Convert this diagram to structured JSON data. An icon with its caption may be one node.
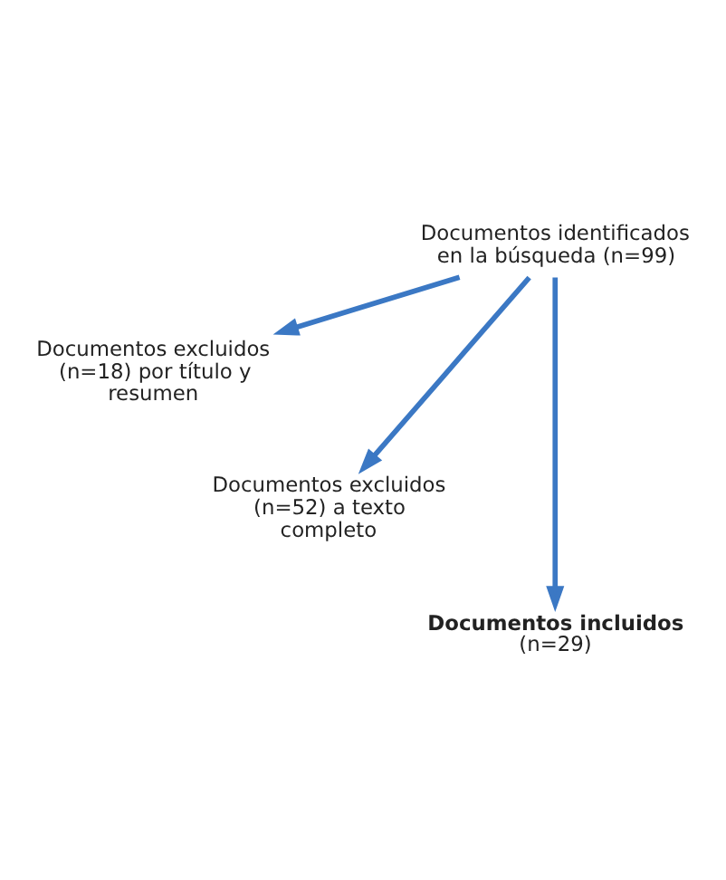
{
  "diagram": {
    "nodes": [
      {
        "text": [
          "Documentos identificados en la búsqueda (n=99)"
        ]
      },
      {
        "text": [
          "Documentos excluidos (n=18) por título y resumen"
        ]
      },
      {
        "text": [
          "Documentos excluidos (n=52) a texto completo"
        ]
      },
      {
        "text": [
          "Documentos incluidos",
          "(n=29)"
        ]
      }
    ],
    "edges": [
      {
        "from": 0,
        "to": 1,
        "arrow": "to"
      },
      {
        "from": 0,
        "to": 2,
        "arrow": "to"
      },
      {
        "from": 0,
        "to": 3,
        "arrow": "to"
      }
    ]
  }
}
